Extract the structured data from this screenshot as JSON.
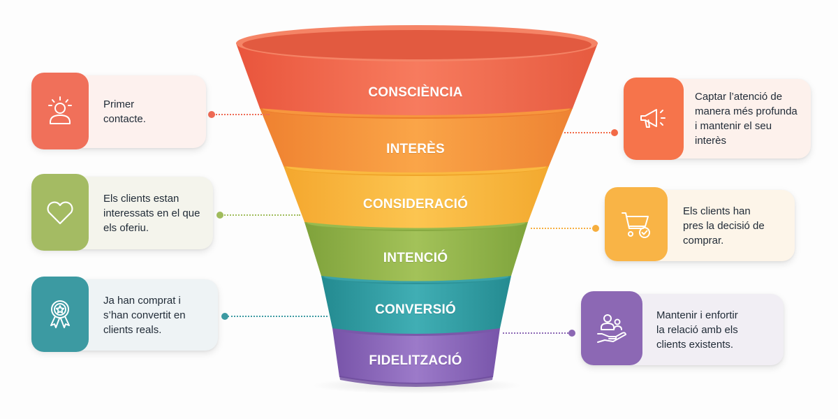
{
  "diagram": {
    "type": "marketing-funnel",
    "stages": [
      {
        "label": "CONSCIÈNCIA",
        "color": "#F2674A",
        "color_light": "#F77B5E"
      },
      {
        "label": "INTERÈS",
        "color": "#F5923A",
        "color_light": "#F9A645"
      },
      {
        "label": "CONSIDERACIÓ",
        "color": "#F9B53C",
        "color_light": "#FCC34E"
      },
      {
        "label": "INTENCIÓ",
        "color": "#8FB247",
        "color_light": "#A0C055"
      },
      {
        "label": "CONVERSIÓ",
        "color": "#2F9AA0",
        "color_light": "#3BAAB0"
      },
      {
        "label": "FIDELITZACIÓ",
        "color": "#8A63B8",
        "color_light": "#9A75C6"
      }
    ]
  },
  "cards": {
    "left": [
      {
        "stage": "CONSCIÈNCIA",
        "icon": "person-idea-icon",
        "text_lines": [
          "Primer",
          "contacte."
        ],
        "tile_color": "#F0705A",
        "bg_color": "#FDF1EE",
        "dot_color": "#EE6A55"
      },
      {
        "stage": "CONSIDERACIÓ",
        "icon": "heart-icon",
        "text_lines": [
          "Els clients estan",
          "interessats en el que",
          "els oferiu."
        ],
        "tile_color": "#A4BB63",
        "bg_color": "#F4F4EC",
        "dot_color": "#A0BC5C"
      },
      {
        "stage": "CONVERSIÓ",
        "icon": "award-ribbon-icon",
        "text_lines": [
          "Ja han comprat i",
          "s’han convertit en",
          "clients reals."
        ],
        "tile_color": "#3C9AA2",
        "bg_color": "#EEF3F5",
        "dot_color": "#3C9AA2"
      }
    ],
    "right": [
      {
        "stage": "INTERÈS",
        "icon": "megaphone-icon",
        "text_lines": [
          "Captar l’atenció de",
          "manera més profunda",
          "i mantenir el seu",
          "interès"
        ],
        "tile_color": "#F6744B",
        "bg_color": "#FDF1EC",
        "dot_color": "#F26A47"
      },
      {
        "stage": "INTENCIÓ",
        "icon": "cart-check-icon",
        "text_lines": [
          "Els clients han",
          "pres la decisió de",
          "comprar."
        ],
        "tile_color": "#F9B446",
        "bg_color": "#FDF5E9",
        "dot_color": "#F6AE3E"
      },
      {
        "stage": "FIDELITZACIÓ",
        "icon": "hand-people-icon",
        "text_lines": [
          "Mantenir i enfortir",
          "la relació amb els",
          "clients existents."
        ],
        "tile_color": "#8C68B4",
        "bg_color": "#F1EEF4",
        "dot_color": "#8C68B4"
      }
    ]
  }
}
